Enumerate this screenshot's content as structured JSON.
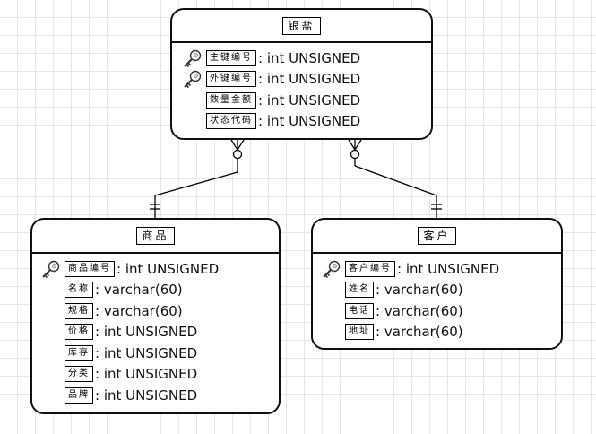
{
  "diagram": {
    "entities": [
      {
        "id": "parent",
        "title": "银盐",
        "fields": [
          {
            "name": "主键编号",
            "type": ": int UNSIGNED",
            "primary_key": true
          },
          {
            "name": "外键编号",
            "type": ": int UNSIGNED",
            "primary_key": true
          },
          {
            "name": "数量金额",
            "type": ": int UNSIGNED",
            "primary_key": false
          },
          {
            "name": "状态代码",
            "type": ": int UNSIGNED",
            "primary_key": false
          }
        ]
      },
      {
        "id": "left",
        "title": "商品",
        "fields": [
          {
            "name": "商品编号",
            "type": ": int UNSIGNED",
            "primary_key": true
          },
          {
            "name": "名称",
            "type": ": varchar(60)",
            "primary_key": false
          },
          {
            "name": "规格",
            "type": ": varchar(60)",
            "primary_key": false
          },
          {
            "name": "价格",
            "type": ": int UNSIGNED",
            "primary_key": false
          },
          {
            "name": "库存",
            "type": ": int UNSIGNED",
            "primary_key": false
          },
          {
            "name": "分类",
            "type": ": int UNSIGNED",
            "primary_key": false
          },
          {
            "name": "品牌",
            "type": ": int UNSIGNED",
            "primary_key": false
          }
        ]
      },
      {
        "id": "right",
        "title": "客户",
        "fields": [
          {
            "name": "客户编号",
            "type": ": int UNSIGNED",
            "primary_key": true
          },
          {
            "name": "姓名",
            "type": ": varchar(60)",
            "primary_key": false
          },
          {
            "name": "电话",
            "type": ": varchar(60)",
            "primary_key": false
          },
          {
            "name": "地址",
            "type": ": varchar(60)",
            "primary_key": false
          }
        ]
      }
    ],
    "relationships": [
      {
        "from": "parent",
        "to": "left",
        "from_end": "zero-or-many",
        "to_end": "exactly-one"
      },
      {
        "from": "parent",
        "to": "right",
        "from_end": "zero-or-many",
        "to_end": "exactly-one"
      }
    ]
  }
}
